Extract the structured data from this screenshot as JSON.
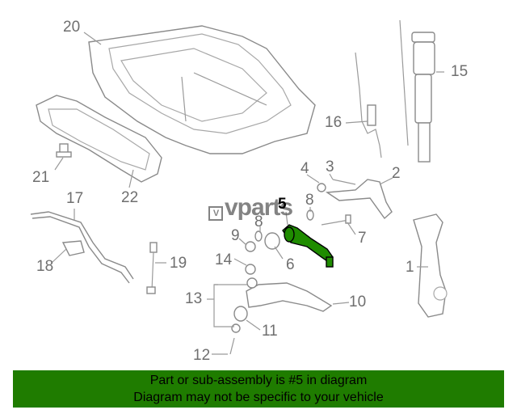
{
  "watermark": {
    "text": "vparts",
    "logo_glyph": "V"
  },
  "callouts": {
    "c1": "1",
    "c2": "2",
    "c3": "3",
    "c4": "4",
    "c5": "5",
    "c6": "6",
    "c7": "7",
    "c8a": "8",
    "c8b": "8",
    "c9": "9",
    "c10": "10",
    "c11": "11",
    "c12": "12",
    "c13": "13",
    "c14": "14",
    "c15": "15",
    "c16": "16",
    "c17": "17",
    "c18": "18",
    "c19": "19",
    "c20": "20",
    "c21": "21",
    "c22": "22"
  },
  "banner": {
    "line1": "Part or sub-assembly is #5 in diagram",
    "line2": "Diagram may not be specific to your vehicle"
  },
  "colors": {
    "highlight": "#1f8c00",
    "banner_bg": "#1f7c00",
    "callout": "#6f6f6f"
  }
}
